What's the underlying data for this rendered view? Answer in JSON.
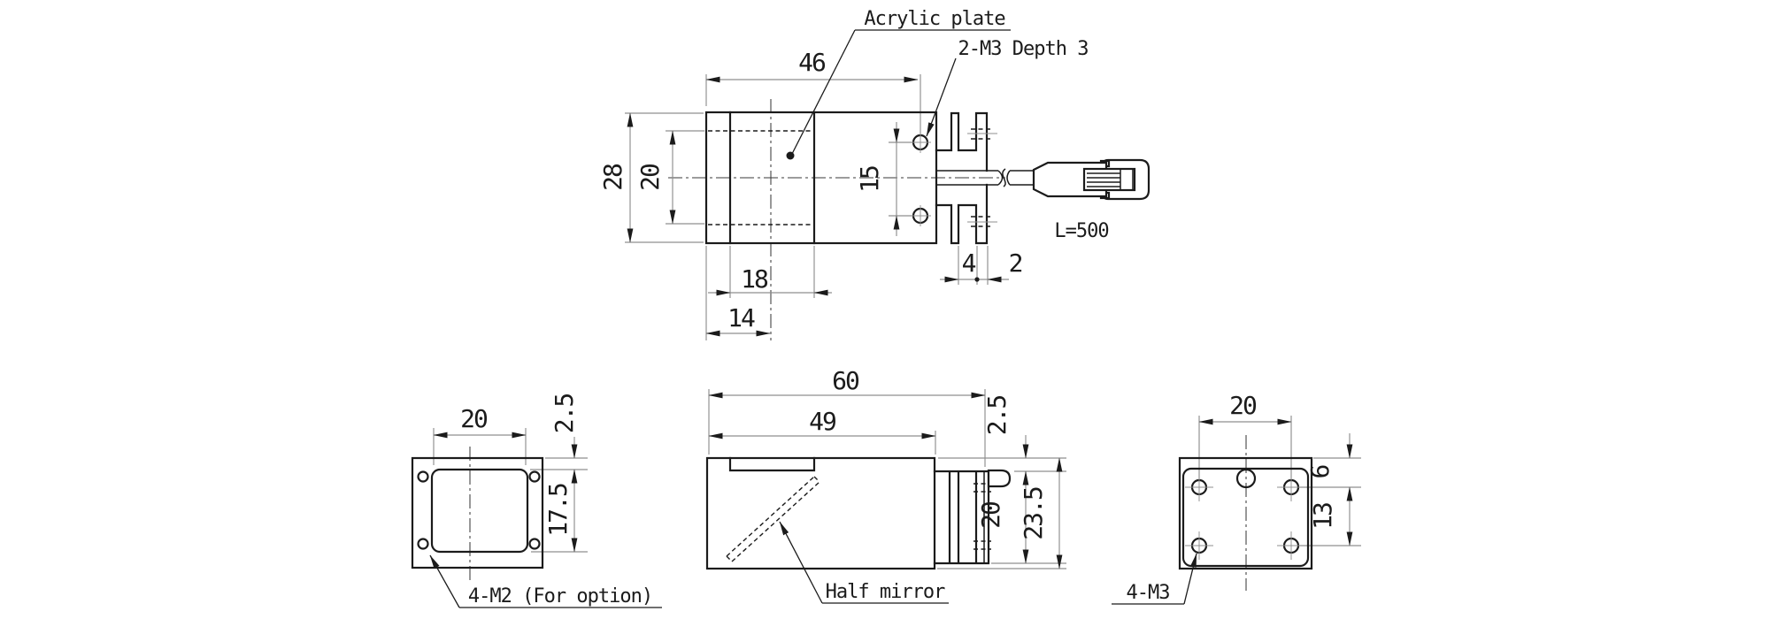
{
  "annotations": {
    "acrylic_plate": "Acrylic plate",
    "thread_note_top": "2-M3 Depth 3",
    "cable_length": "L=500",
    "option_thread_note": "4-M2 (For option)",
    "half_mirror": "Half mirror",
    "thread_note_end": "4-M3"
  },
  "top_view": {
    "dim_width_to_hole": "46",
    "dim_height": "28",
    "dim_inner_height": "20",
    "dim_hole_pitch": "15",
    "dim_offset_18": "18",
    "dim_offset_14": "14",
    "dim_fin_gap": "4",
    "dim_fin_thickness": "2"
  },
  "front_view": {
    "dim_width": "20",
    "dim_top_offset": "2.5",
    "dim_height": "17.5"
  },
  "side_view": {
    "dim_total_width": "60",
    "dim_body_width": "49",
    "dim_top_offset": "2.5",
    "dim_flange_height": "20",
    "dim_total_height": "23.5"
  },
  "end_view": {
    "dim_hole_pitch_h": "20",
    "dim_top_offset": "6",
    "dim_hole_pitch_v": "13"
  },
  "colors": {
    "object_line": "#1b1b1b",
    "dimension_line": "#8f8f8f",
    "background": "#ffffff"
  }
}
